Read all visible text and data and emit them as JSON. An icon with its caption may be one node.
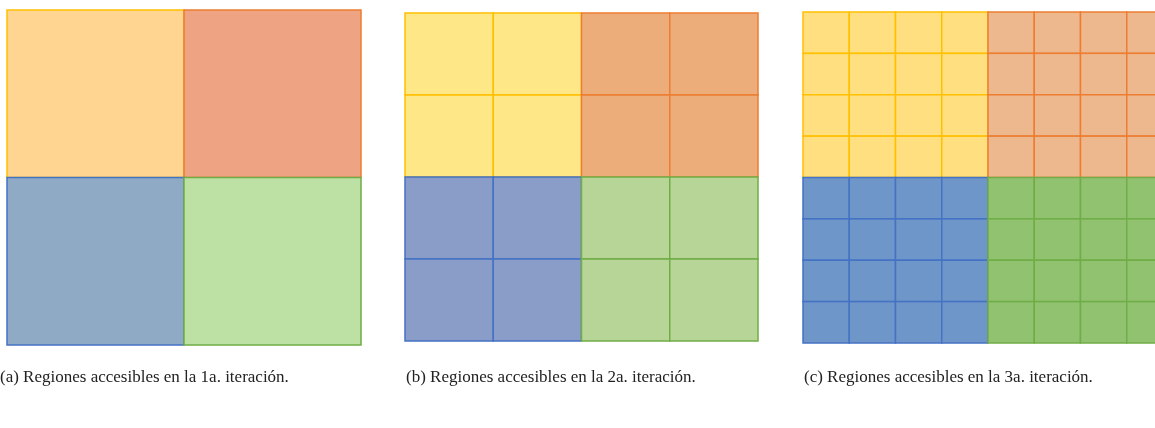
{
  "diagram": {
    "labels": [
      "(a) Regiones accesibles en la 1a. iteración.",
      "(b) Regiones accesibles en la 2a. iteración.",
      "(c) Regiones accesibles en la 3a. iteración."
    ]
  }
}
